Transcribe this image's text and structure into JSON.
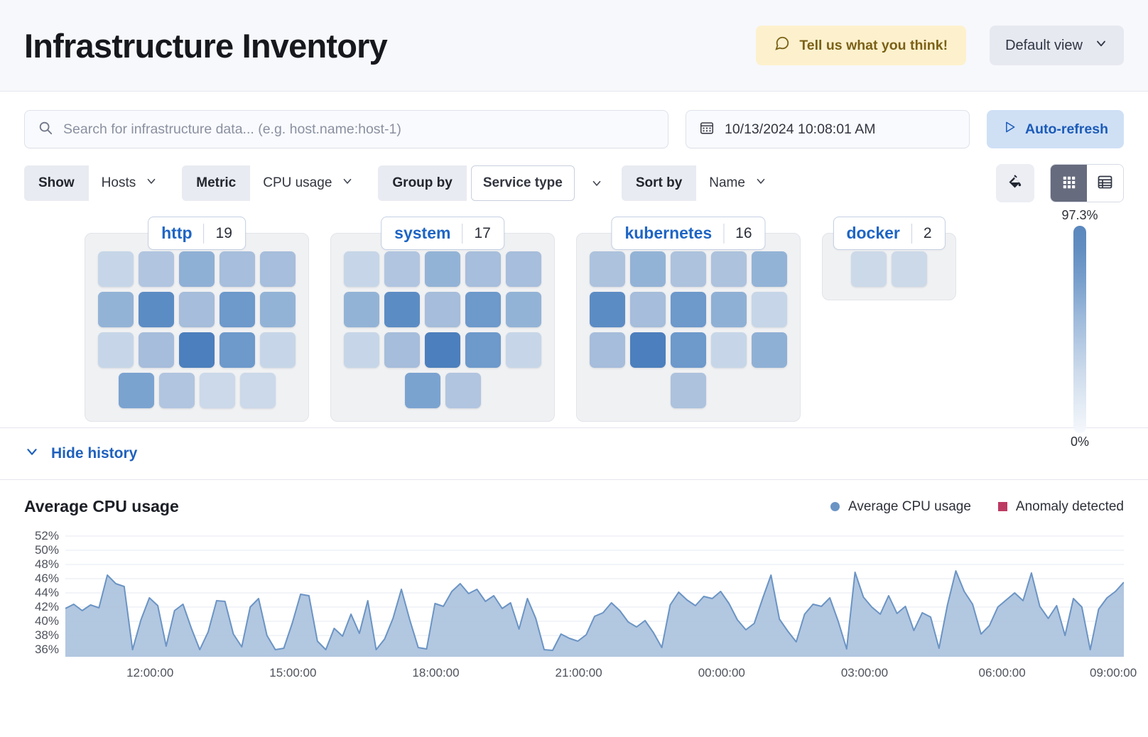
{
  "header": {
    "title": "Infrastructure Inventory",
    "feedback_label": "Tell us what you think!",
    "feedback_icon": "comment-icon",
    "view_label": "Default view",
    "view_chevron": "chevron-down-icon"
  },
  "search": {
    "placeholder": "Search for infrastructure data... (e.g. host.name:host-1)",
    "icon": "search-icon"
  },
  "date_picker": {
    "value": "10/13/2024 10:08:01 AM",
    "icon": "calendar-icon"
  },
  "auto_refresh": {
    "label": "Auto-refresh",
    "icon": "play-icon"
  },
  "filters": [
    {
      "label": "Show",
      "value": "Hosts",
      "boxed": false
    },
    {
      "label": "Metric",
      "value": "CPU usage",
      "boxed": false
    },
    {
      "label": "Group by",
      "value": "Service type",
      "boxed": true
    },
    {
      "label": "Sort by",
      "value": "Name",
      "boxed": false
    }
  ],
  "toolbar_icons": {
    "palette": "color-fill-icon",
    "grid_view": "grid-view-icon",
    "table_view": "table-view-icon",
    "active_view": "grid"
  },
  "legend_scale": {
    "max": "97.3%",
    "min": "0%",
    "color_high": "#5a87bd",
    "color_low": "#f6f9fd"
  },
  "groups": [
    {
      "name": "http",
      "count": "19",
      "rows": [
        [
          "#c6d6e8",
          "#b1c5e0",
          "#8fb0d5",
          "#a7bedc",
          "#a7bedc"
        ],
        [
          "#93b3d6",
          "#5c8cc4",
          "#a6bddb",
          "#6d99cb",
          "#93b3d6"
        ],
        [
          "#c6d6e8",
          "#a6bddb",
          "#4c7fbd",
          "#6d99cb",
          "#c6d6e8"
        ],
        [
          "#7ba3d0",
          "#b1c5e0",
          "#cbd9ea",
          "#cbd9ea"
        ]
      ]
    },
    {
      "name": "system",
      "count": "17",
      "rows": [
        [
          "#c6d6e8",
          "#b1c5e0",
          "#93b3d6",
          "#a7bedc",
          "#a7bedc"
        ],
        [
          "#93b3d6",
          "#5c8cc4",
          "#a6bddb",
          "#6d99cb",
          "#93b3d6"
        ],
        [
          "#c6d6e8",
          "#a6bddb",
          "#4c7fbd",
          "#6d99cb",
          "#c6d6e8"
        ],
        [
          "#7ba3d0",
          "#b1c5e0"
        ]
      ]
    },
    {
      "name": "kubernetes",
      "count": "16",
      "rows": [
        [
          "#adc2dd",
          "#93b3d6",
          "#adc2dd",
          "#adc2dd",
          "#93b3d6"
        ],
        [
          "#5c8cc4",
          "#a6bddb",
          "#6d99cb",
          "#8fb0d5",
          "#c6d6e8"
        ],
        [
          "#a6bddb",
          "#4c7fbd",
          "#6d99cb",
          "#c6d6e8",
          "#8fb0d5"
        ],
        [
          "#adc2dd"
        ]
      ]
    },
    {
      "name": "docker",
      "count": "2",
      "rows": [
        [
          "#ccd9e9",
          "#ccd9e9"
        ]
      ]
    }
  ],
  "history": {
    "toggle_label": "Hide history",
    "toggle_icon": "chevron-down-icon"
  },
  "chart_data": {
    "type": "area",
    "title": "Average CPU usage",
    "xlabel": "",
    "ylabel": "",
    "grid": true,
    "legend_position": "top-right",
    "legend": [
      {
        "name": "Average CPU usage",
        "color": "#6b94c4",
        "marker": "dot"
      },
      {
        "name": "Anomaly detected",
        "color": "#bd3b63",
        "marker": "square"
      }
    ],
    "ylim": [
      35,
      53
    ],
    "yticks": [
      "52%",
      "50%",
      "48%",
      "46%",
      "44%",
      "42%",
      "40%",
      "38%",
      "36%"
    ],
    "ytick_values": [
      52,
      50,
      48,
      46,
      44,
      42,
      40,
      38,
      36
    ],
    "xticks": [
      "12:00:00",
      "15:00:00",
      "18:00:00",
      "21:00:00",
      "00:00:00",
      "03:00:00",
      "06:00:00",
      "09:00:00"
    ],
    "xtick_positions": [
      0.08,
      0.215,
      0.35,
      0.485,
      0.62,
      0.755,
      0.885,
      0.99
    ],
    "series": [
      {
        "name": "Average CPU usage",
        "color": "#6b94c4",
        "fill": "#aec4de",
        "values": [
          41.8,
          42.4,
          41.5,
          42.3,
          41.9,
          46.5,
          45.3,
          44.9,
          36.0,
          40.2,
          43.3,
          42.2,
          36.5,
          41.5,
          42.4,
          39.0,
          36.0,
          38.5,
          42.9,
          42.8,
          38.2,
          36.4,
          42.0,
          43.2,
          38.0,
          36.0,
          36.2,
          39.7,
          43.8,
          43.6,
          37.2,
          36.0,
          39.0,
          37.9,
          41.0,
          38.3,
          42.9,
          36.0,
          37.5,
          40.4,
          44.5,
          40.2,
          36.3,
          36.1,
          42.5,
          42.1,
          44.2,
          45.3,
          43.9,
          44.5,
          42.8,
          43.6,
          41.8,
          42.6,
          38.9,
          43.2,
          40.4,
          36.0,
          35.9,
          38.2,
          37.6,
          37.2,
          38.1,
          40.7,
          41.2,
          42.6,
          41.5,
          39.9,
          39.2,
          40.1,
          38.4,
          36.3,
          42.3,
          44.1,
          43.0,
          42.2,
          43.5,
          43.2,
          44.2,
          42.5,
          40.2,
          38.8,
          39.7,
          43.2,
          46.5,
          40.3,
          38.6,
          37.1,
          41.0,
          42.4,
          42.1,
          43.3,
          40.0,
          36.1,
          46.9,
          43.4,
          42.0,
          41.0,
          43.6,
          41.1,
          42.1,
          38.7,
          41.2,
          40.6,
          36.2,
          42.3,
          47.1,
          44.2,
          42.4,
          38.2,
          39.4,
          42.0,
          43.0,
          44.0,
          42.9,
          46.8,
          42.1,
          40.4,
          42.2,
          38.0,
          43.2,
          42.0,
          36.0,
          41.7,
          43.3,
          44.2,
          45.5
        ]
      }
    ]
  }
}
